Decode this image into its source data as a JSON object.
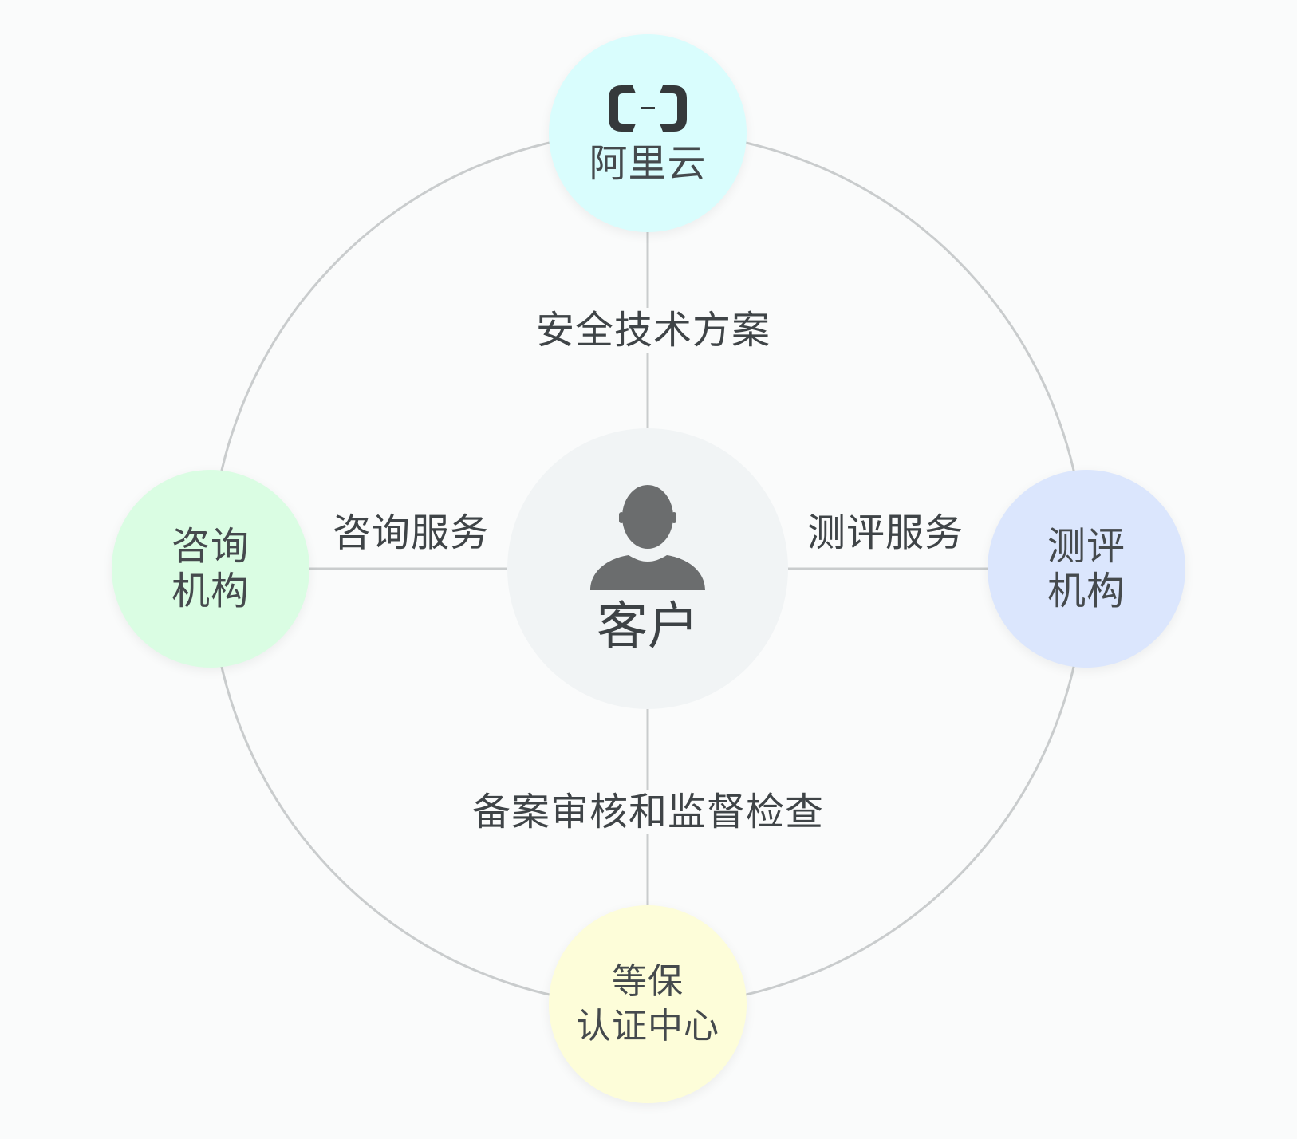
{
  "colors": {
    "background": "#fafbfb",
    "ring": "#c9cccd",
    "top_node_fill": "#d9fdfd",
    "left_node_fill": "#dafde3",
    "right_node_fill": "#dbe6fd",
    "bottom_node_fill": "#fdfdd9",
    "center_node_fill": "#f1f4f5",
    "icon_dark": "#35393b",
    "person_icon": "#6b6d6e"
  },
  "nodes": {
    "top": {
      "label": "阿里云",
      "icon": "aliyun-logo-icon"
    },
    "left": {
      "line1": "咨询",
      "line2": "机构"
    },
    "right": {
      "line1": "测评",
      "line2": "机构"
    },
    "bottom": {
      "line1": "等保",
      "line2": "认证中心"
    },
    "center": {
      "label": "客户",
      "icon": "person-icon"
    }
  },
  "edges": {
    "top": "安全技术方案",
    "left": "咨询服务",
    "right": "测评服务",
    "bottom": "备案审核和监督检查"
  }
}
